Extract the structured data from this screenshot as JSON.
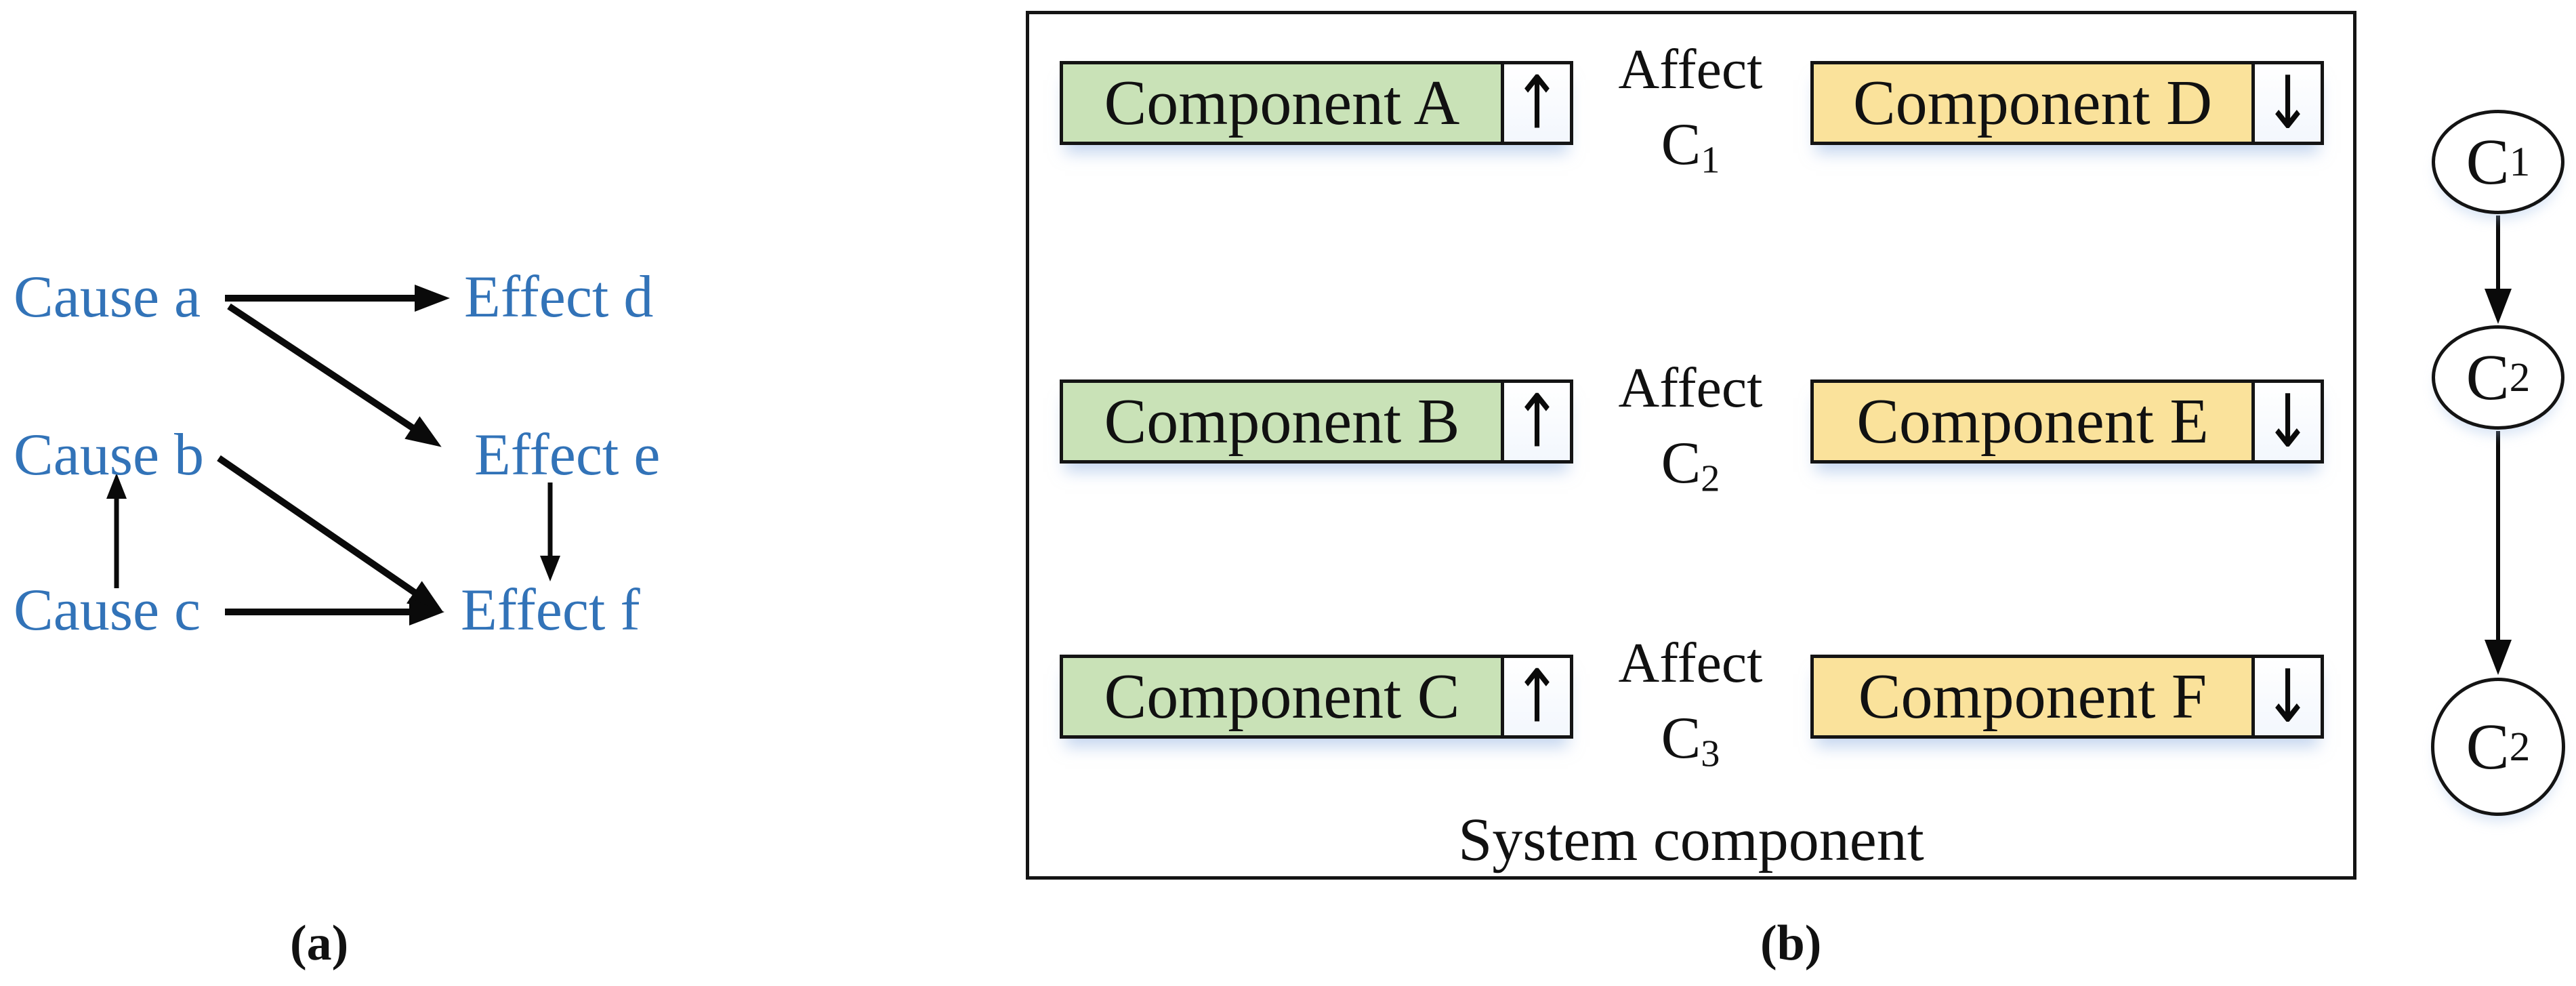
{
  "figure": {
    "caption_a": "(a)",
    "caption_b": "(b)"
  },
  "panel_a": {
    "text_color": "#3273B8",
    "nodes": {
      "cause_a": "Cause a",
      "cause_b": "Cause b",
      "cause_c": "Cause c",
      "effect_d": "Effect d",
      "effect_e": "Effect e",
      "effect_f": "Effect f"
    },
    "edges": [
      {
        "from": "Cause a",
        "to": "Effect d",
        "style": "solid"
      },
      {
        "from": "Cause a",
        "to": "Effect e",
        "style": "solid"
      },
      {
        "from": "Cause b",
        "to": "Effect f",
        "style": "solid"
      },
      {
        "from": "Cause c",
        "to": "Cause b",
        "style": "solid"
      },
      {
        "from": "Cause c",
        "to": "Effect f",
        "style": "solid"
      },
      {
        "from": "Effect e",
        "to": "Effect f",
        "style": "solid"
      }
    ]
  },
  "panel_b": {
    "container_label": "System component",
    "colors": {
      "cause_fill": "#C9E2B7",
      "effect_fill": "#FAE29B",
      "border": "#141414"
    },
    "icons": {
      "up": "↑",
      "down": "↓"
    },
    "rows": [
      {
        "source": "Component A",
        "source_direction": "up",
        "relation": "Affect",
        "c_label": "C",
        "c_sub": "1",
        "target": "Component D",
        "target_direction": "down"
      },
      {
        "source": "Component B",
        "source_direction": "up",
        "relation": "Affect",
        "c_label": "C",
        "c_sub": "2",
        "target": "Component E",
        "target_direction": "down"
      },
      {
        "source": "Component C",
        "source_direction": "up",
        "relation": "Affect",
        "c_label": "C",
        "c_sub": "3",
        "target": "Component F",
        "target_direction": "down"
      }
    ],
    "dashed_edges": [
      {
        "from": "Component A",
        "to": "Component B"
      },
      {
        "from": "Component A",
        "to": "Component E"
      },
      {
        "from": "Component E",
        "to": "Component F"
      }
    ]
  },
  "chain": {
    "nodes": [
      {
        "label": "C",
        "sub": "1"
      },
      {
        "label": "C",
        "sub": "2"
      },
      {
        "label": "C",
        "sub": "2"
      }
    ],
    "edges": [
      {
        "from": "C1",
        "to": "C2"
      },
      {
        "from": "C2",
        "to": "C2"
      }
    ]
  }
}
